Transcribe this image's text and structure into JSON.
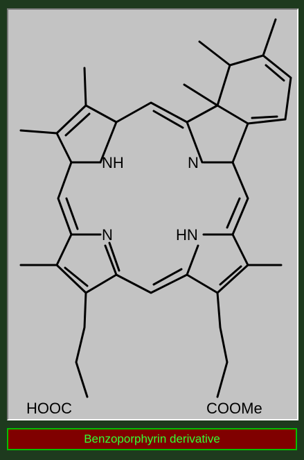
{
  "molecule": {
    "atoms": {
      "nh_top": "NH",
      "n_top": "N",
      "n_bottom": "N",
      "hn_bottom": "HN",
      "acid_group": "HOOC",
      "ester_group": "COOMe"
    }
  },
  "caption": {
    "text": "Benzoporphyrin derivative"
  },
  "colors": {
    "background": "#1e3a1e",
    "panel": "#c3c3c3",
    "caption_bg": "#800000",
    "caption_text": "#33ff33",
    "caption_border": "#00c000"
  }
}
